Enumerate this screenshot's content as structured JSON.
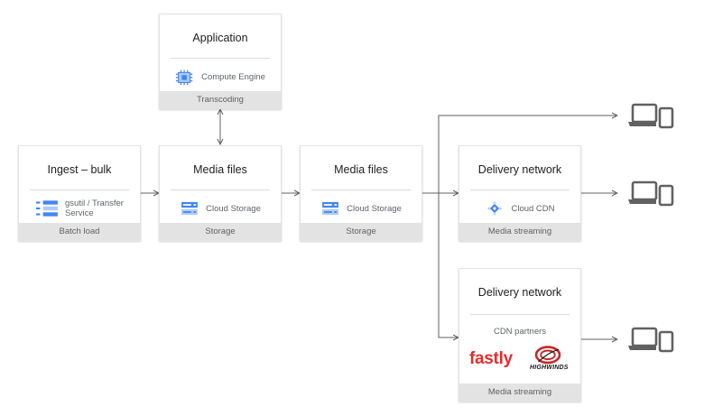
{
  "nodes": {
    "ingest": {
      "title": "Ingest – bulk",
      "service_line1": "gsutil / Transfer",
      "service_line2": "Service",
      "footer": "Batch load",
      "service_icon": "storage-transfer-icon"
    },
    "application": {
      "title": "Application",
      "service": "Compute Engine",
      "footer": "Transcoding",
      "service_icon": "compute-engine-icon"
    },
    "media1": {
      "title": "Media files",
      "service": "Cloud Storage",
      "footer": "Storage",
      "service_icon": "cloud-storage-icon"
    },
    "media2": {
      "title": "Media files",
      "service": "Cloud Storage",
      "footer": "Storage",
      "service_icon": "cloud-storage-icon"
    },
    "delivery_cdn": {
      "title": "Delivery network",
      "service": "Cloud CDN",
      "footer": "Media streaming",
      "service_icon": "cloud-cdn-icon"
    },
    "delivery_partners": {
      "title": "Delivery network",
      "subtitle": "CDN partners",
      "logo1": "fastly",
      "logo2": "HIGHWINDS",
      "footer": "Media streaming"
    }
  },
  "colors": {
    "gcp_blue": "#4285f4",
    "gcp_blue_light": "#aecbfa",
    "line": "#616161",
    "footer_bg": "#e3e3e3",
    "fastly_red": "#e32d2d"
  },
  "endpoints": [
    "device-icon",
    "device-icon",
    "device-icon"
  ]
}
